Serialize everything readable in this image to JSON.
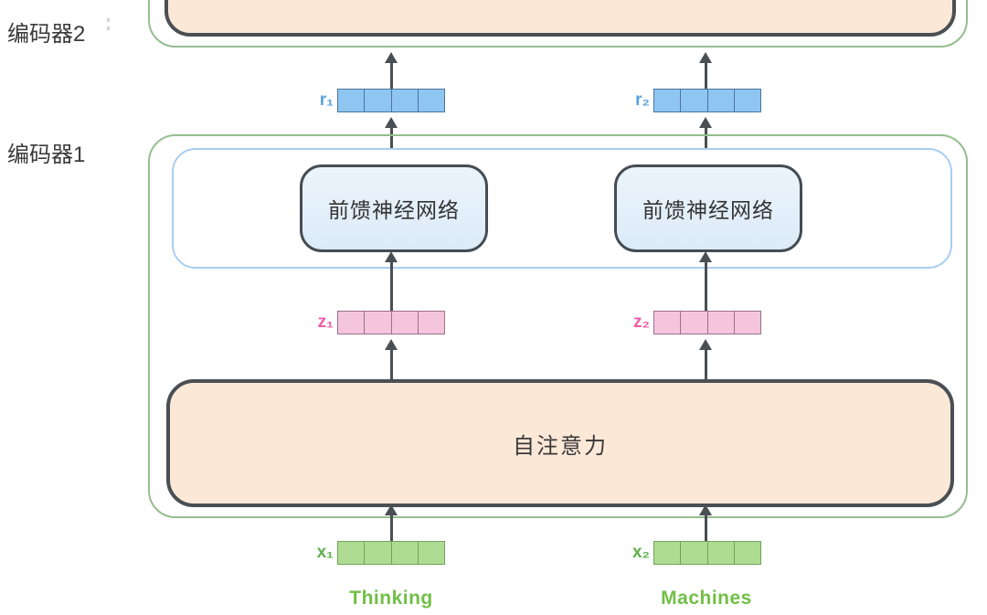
{
  "diagram": {
    "type": "transformer-encoder-stack",
    "encoder2_label": "编码器2",
    "encoder1_label": "编码器1",
    "ffn_label": "前馈神经网络",
    "attention_label": "自注意力",
    "vectors": {
      "cells_per_vector": 4,
      "r": {
        "items": [
          {
            "label": "r₁"
          },
          {
            "label": "r₂"
          }
        ]
      },
      "z": {
        "items": [
          {
            "label": "z₁"
          },
          {
            "label": "z₂"
          }
        ]
      },
      "x": {
        "items": [
          {
            "label": "x₁"
          },
          {
            "label": "x₂"
          }
        ]
      }
    },
    "words": {
      "first": "Thinking",
      "second": "Machines"
    },
    "colors": {
      "encoder_outline_green": "#94BE8E",
      "dark_box_border": "#4A4F54",
      "attention_fill": "#FCE8D7",
      "ffn_fill": "#E3EFFA",
      "inner_blue_outline": "#A8CEF2",
      "r_vector_fill": "#8FC6F1",
      "r_vector_border": "#49759C",
      "r_label": "#58A0E0",
      "z_vector_fill": "#F4C5DD",
      "z_vector_border": "#99708A",
      "z_label": "#EE5CA4",
      "x_vector_fill": "#AFDC93",
      "x_vector_border": "#6FA35A",
      "x_label": "#5FB04A",
      "word_text": "#71BF45",
      "arrow": "#4A4F54"
    }
  }
}
